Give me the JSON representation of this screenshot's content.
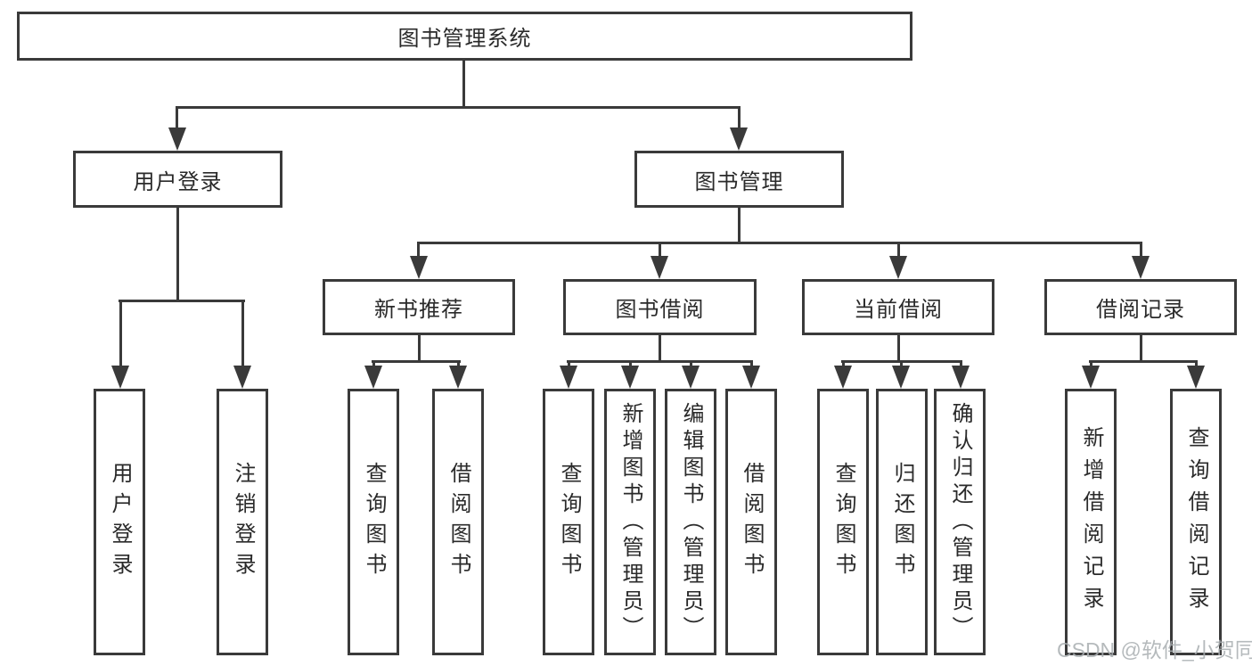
{
  "diagram_title": "图书管理系统",
  "colors": {
    "line": "#3a3a3a",
    "box_border": "#3a3a3a",
    "text": "#2a2a2a",
    "watermark": "#a9aeb1",
    "background": "#ffffff"
  },
  "nodes": {
    "root": "图书管理系统",
    "branches": [
      {
        "label": "用户登录",
        "leaves": [
          "用户登录",
          "注销登录"
        ]
      },
      {
        "label": "图书管理",
        "sections": [
          {
            "label": "新书推荐",
            "leaves": [
              "查询图书",
              "借阅图书"
            ]
          },
          {
            "label": "图书借阅",
            "leaves": [
              "查询图书",
              "新增图书（管理员）",
              "编辑图书（管理员）",
              "借阅图书"
            ]
          },
          {
            "label": "当前借阅",
            "leaves": [
              "查询图书",
              "归还图书",
              "确认归还（管理员）"
            ]
          },
          {
            "label": "借阅记录",
            "leaves": [
              "新增借阅记录",
              "查询借阅记录"
            ]
          }
        ]
      }
    ]
  },
  "watermark": {
    "text": "CSDN @软件_小贺同学"
  }
}
